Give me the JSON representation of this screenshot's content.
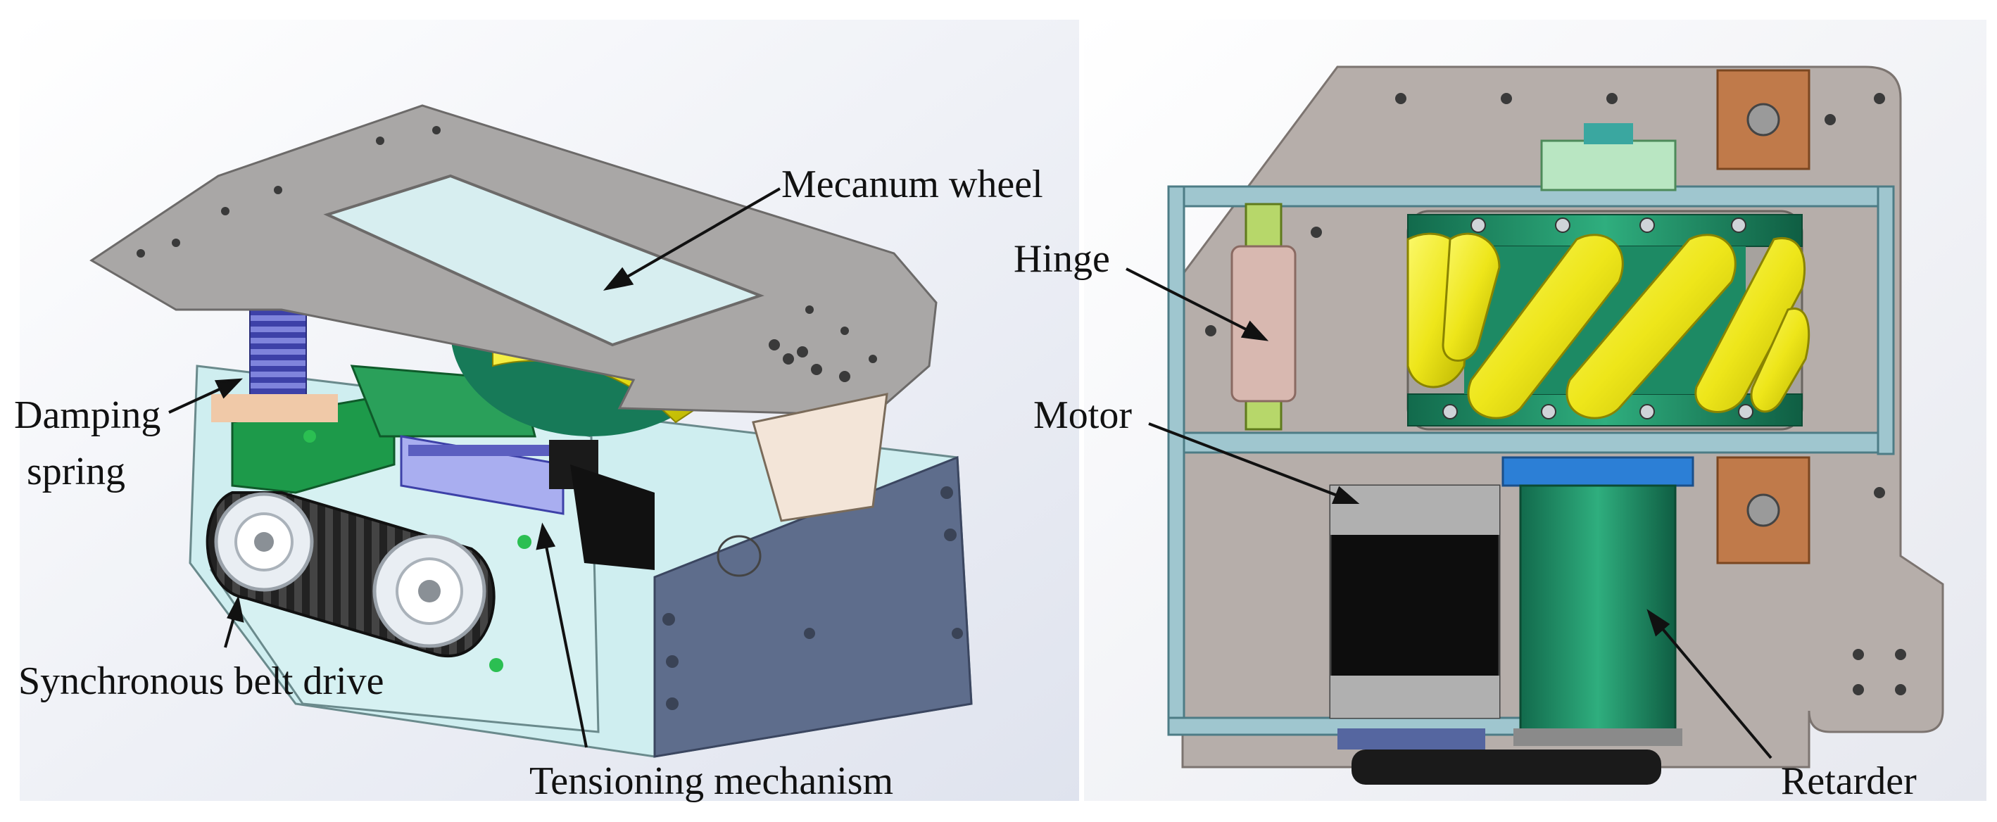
{
  "labels": {
    "mecanum_wheel": "Mecanum wheel",
    "damping_spring_1": "Damping",
    "damping_spring_2": "spring",
    "synchronous_belt_drive": "Synchronous belt drive",
    "tensioning_mechanism": "Tensioning mechanism",
    "hinge": "Hinge",
    "motor": "Motor",
    "retarder": "Retarder"
  },
  "colors": {
    "plate_grey": "#b9b3ae",
    "frame_cyan": "#cfeef0",
    "wheel_yellow": "#f2ee1f",
    "hub_green": "#1f8f6a",
    "motor_black": "#0d0d0d",
    "spring_blue": "#5b5fc0",
    "hinge_pink": "#d8b8b0",
    "copper": "#c07a4a"
  }
}
